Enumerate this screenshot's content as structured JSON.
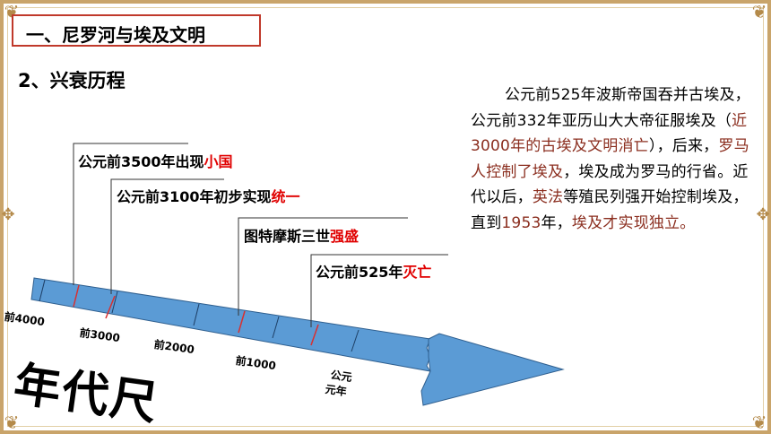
{
  "title": "一、尼罗河与埃及文明",
  "subtitle": "2、兴衰历程",
  "paragraph": [
    {
      "text": "公元前525年波斯帝国吞并古埃及，公元前332年亚历山大大帝征服埃及（",
      "red": false
    },
    {
      "text": "近3000年的古埃及文明消亡",
      "red": true
    },
    {
      "text": "），后来，",
      "red": false
    },
    {
      "text": "罗马人控制了埃及",
      "red": true
    },
    {
      "text": "，埃及成为罗马的行省。近代以后，",
      "red": false
    },
    {
      "text": "英法",
      "red": true
    },
    {
      "text": "等殖民列强开始控制埃及，直到",
      "red": false
    },
    {
      "text": "1953",
      "red": true
    },
    {
      "text": "年，",
      "red": false
    },
    {
      "text": "埃及才实现独立。",
      "red": true
    }
  ],
  "events": [
    {
      "prefix": "公元前3500年出现",
      "highlight": "小国"
    },
    {
      "prefix": "公元前3100年初步实现",
      "highlight": "统一"
    },
    {
      "prefix": "图特摩斯三世",
      "highlight": "强盛"
    },
    {
      "prefix": "公元前525年",
      "highlight": "灭亡"
    }
  ],
  "ticks": {
    "t4000": "前4000",
    "t3000": "前3000",
    "t2000": "前2000",
    "t1000": "前1000",
    "ce_line1": "公元",
    "ce_line2": "元年"
  },
  "era_label": "年代尺",
  "colors": {
    "accent_red": "#e00000",
    "text_red": "#8b2e1f",
    "arrow_fill": "#5b9bd5",
    "frame": "#c9a46a"
  }
}
